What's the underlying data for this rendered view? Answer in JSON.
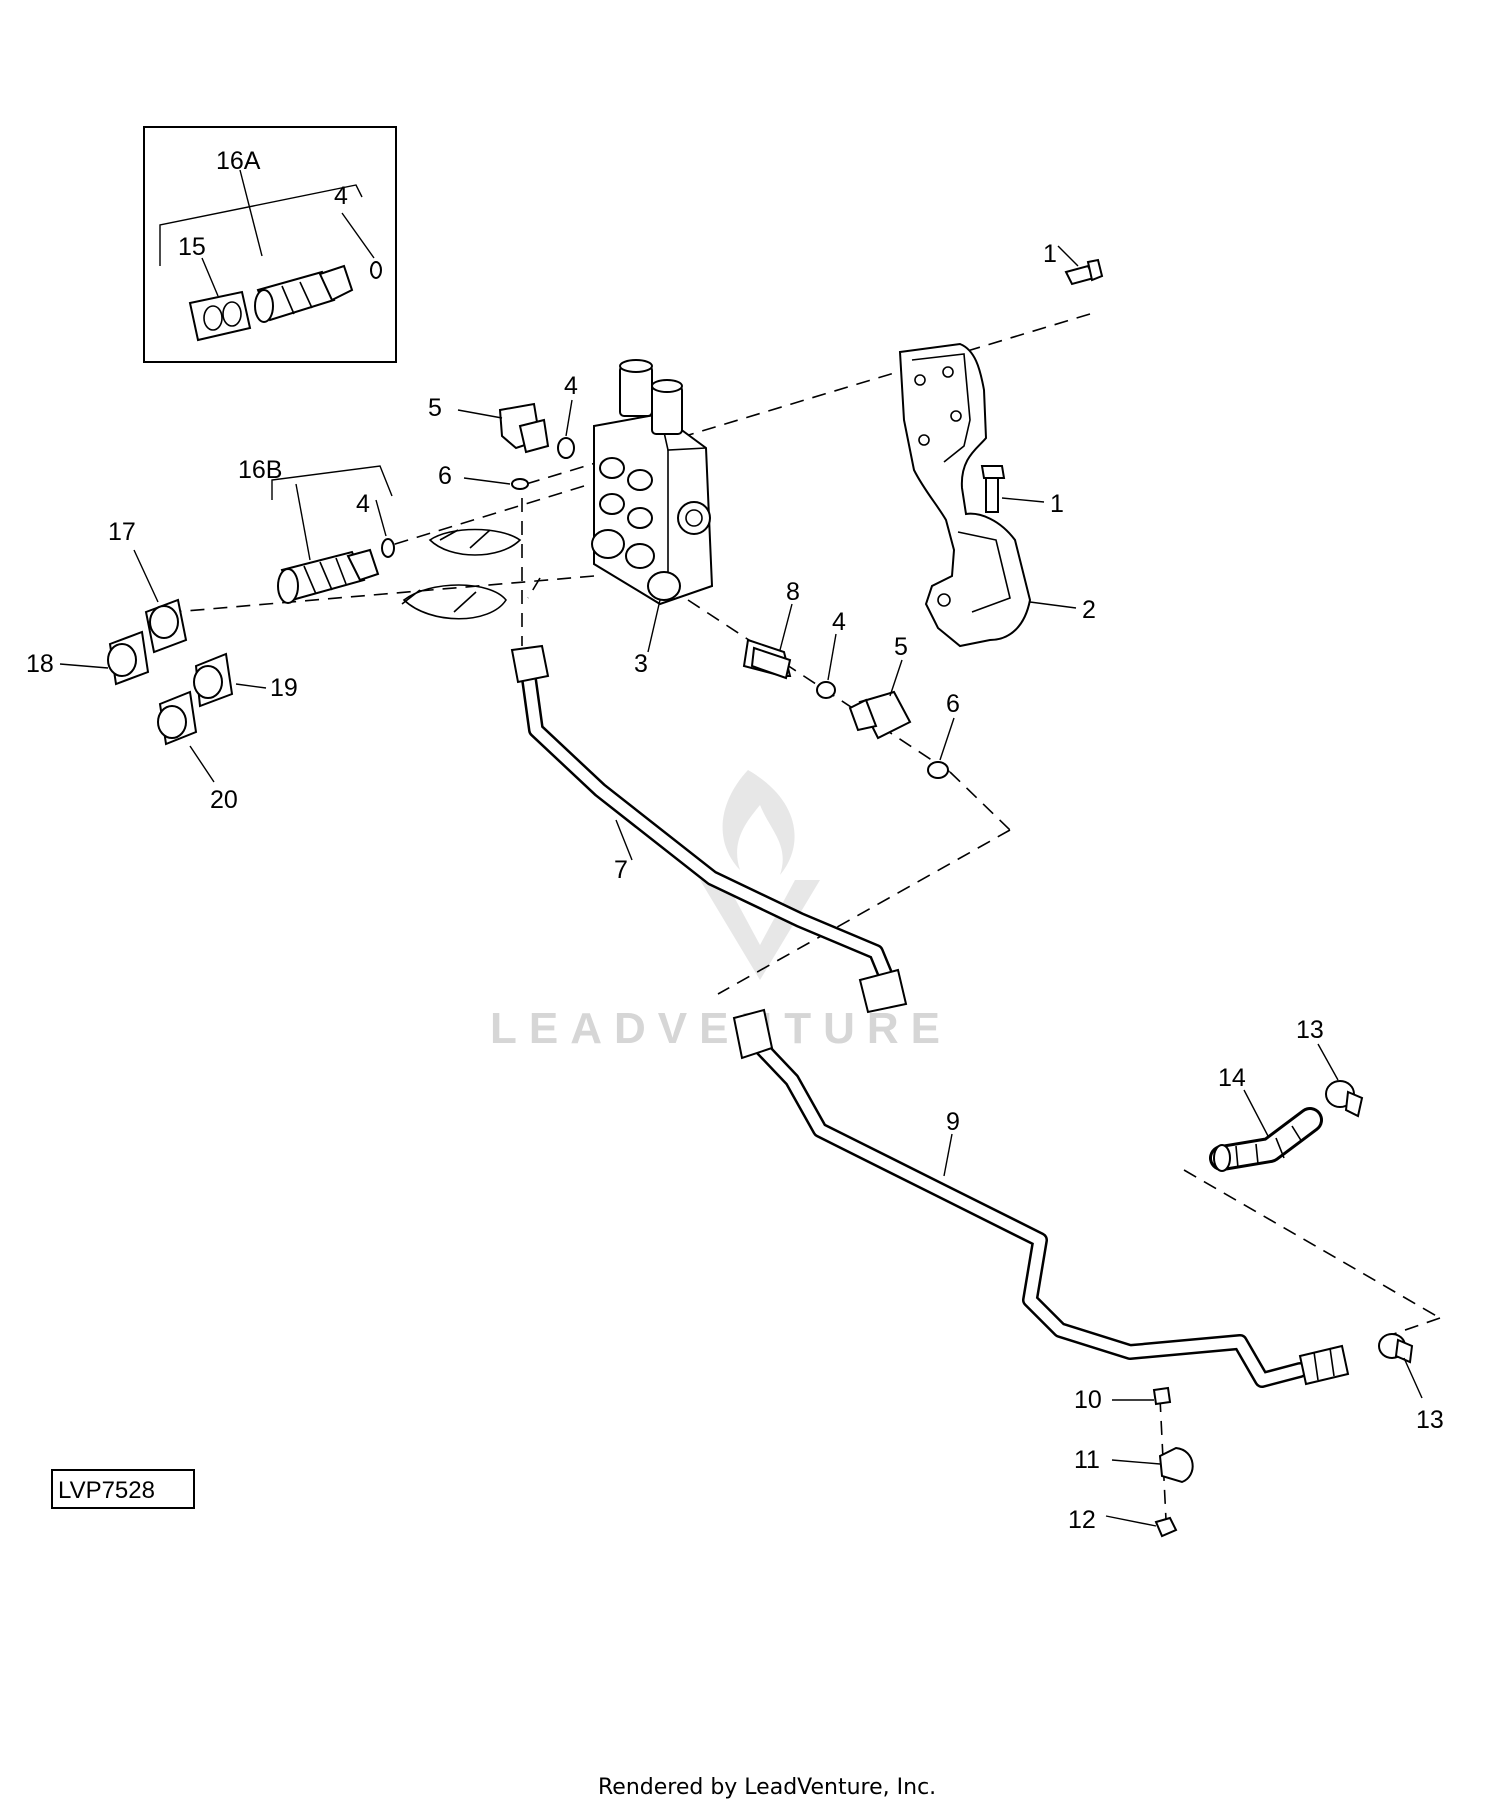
{
  "diagram": {
    "reference_id": "LVP7528",
    "watermark": "LEADVENTURE",
    "footer": "Rendered by LeadVenture, Inc.",
    "callouts": {
      "c1a": "1",
      "c1b": "1",
      "c2": "2",
      "c3": "3",
      "c4a": "4",
      "c4b": "4",
      "c4c": "4",
      "c4d": "4",
      "c5a": "5",
      "c5b": "5",
      "c6a": "6",
      "c6b": "6",
      "c7": "7",
      "c8": "8",
      "c9": "9",
      "c10": "10",
      "c11": "11",
      "c12": "12",
      "c13a": "13",
      "c13b": "13",
      "c14": "14",
      "c15": "15",
      "c16a": "16A",
      "c16b": "16B",
      "c17": "17",
      "c18": "18",
      "c19": "19",
      "c20": "20"
    }
  }
}
